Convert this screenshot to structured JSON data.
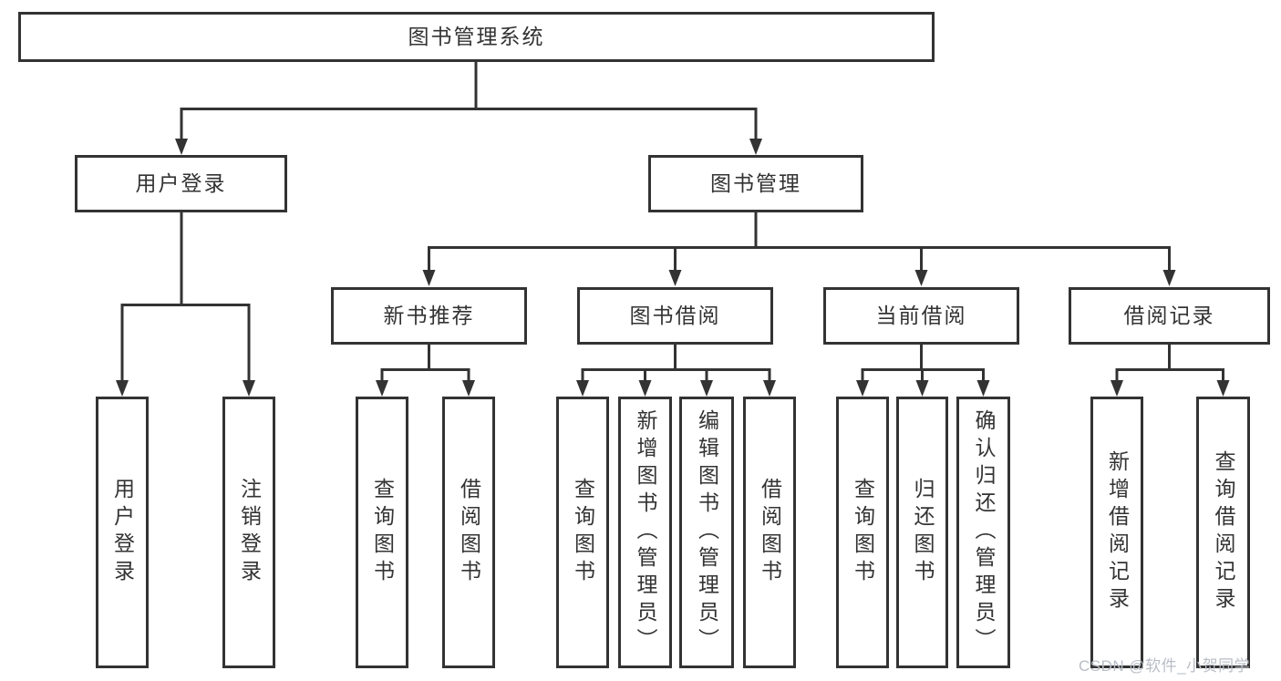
{
  "diagram": {
    "root": {
      "label": "图书管理系统",
      "children": [
        {
          "label": "用户登录",
          "children": [
            {
              "label": "用户登录"
            },
            {
              "label": "注销登录"
            }
          ]
        },
        {
          "label": "图书管理",
          "children": [
            {
              "label": "新书推荐",
              "children": [
                {
                  "label": "查询图书"
                },
                {
                  "label": "借阅图书"
                }
              ]
            },
            {
              "label": "图书借阅",
              "children": [
                {
                  "label": "查询图书"
                },
                {
                  "label": "新增图书（管理员）"
                },
                {
                  "label": "编辑图书（管理员）"
                },
                {
                  "label": "借阅图书"
                }
              ]
            },
            {
              "label": "当前借阅",
              "children": [
                {
                  "label": "查询图书"
                },
                {
                  "label": "归还图书"
                },
                {
                  "label": "确认归还（管理员）"
                }
              ]
            },
            {
              "label": "借阅记录",
              "children": [
                {
                  "label": "新增借阅记录"
                },
                {
                  "label": "查询借阅记录"
                }
              ]
            }
          ]
        }
      ]
    }
  },
  "watermark": {
    "text": "CSDN @软件_小贺同学"
  },
  "colors": {
    "line": "#333333",
    "text": "#333333",
    "box_background": "#ffffff",
    "watermark": "#b9bdc6"
  }
}
